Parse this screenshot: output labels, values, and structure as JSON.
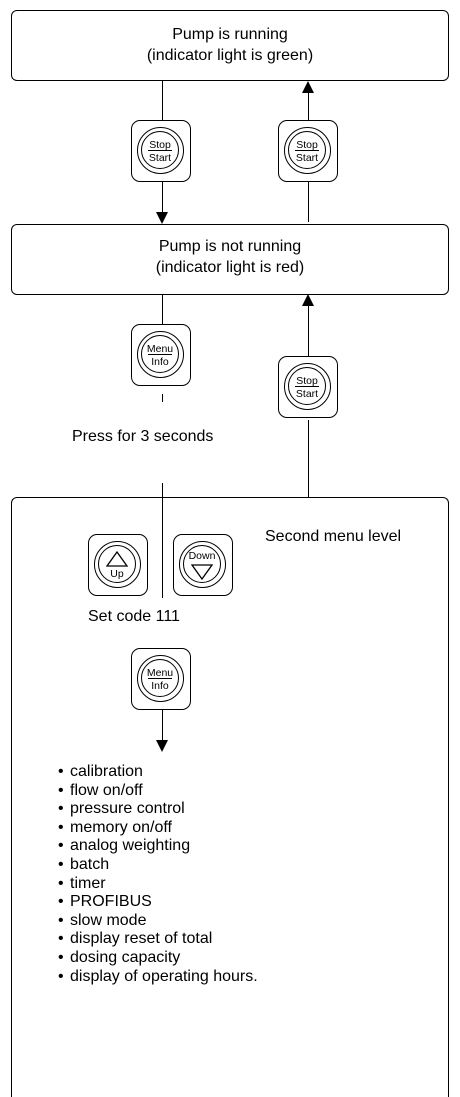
{
  "states": {
    "running": {
      "line1": "Pump is running",
      "line2": "(indicator light is green)"
    },
    "not_running": {
      "line1": "Pump is not running",
      "line2": "(indicator light is red)"
    },
    "second_menu": {
      "title": "Second menu level"
    }
  },
  "buttons": {
    "stop_start": {
      "top": "Stop",
      "bottom": "Start"
    },
    "menu_info": {
      "top": "Menu",
      "bottom": "Info"
    },
    "up": {
      "label": "Up"
    },
    "down": {
      "label": "Down"
    }
  },
  "labels": {
    "press_hint": "Press for 3 seconds",
    "set_code": "Set code 111"
  },
  "menu_items": [
    "calibration",
    "flow on/off",
    "pressure control",
    "memory on/off",
    "analog weighting",
    "batch",
    "timer",
    "PROFIBUS",
    "slow mode",
    "display reset of total",
    "dosing capacity",
    "display of operating hours."
  ]
}
